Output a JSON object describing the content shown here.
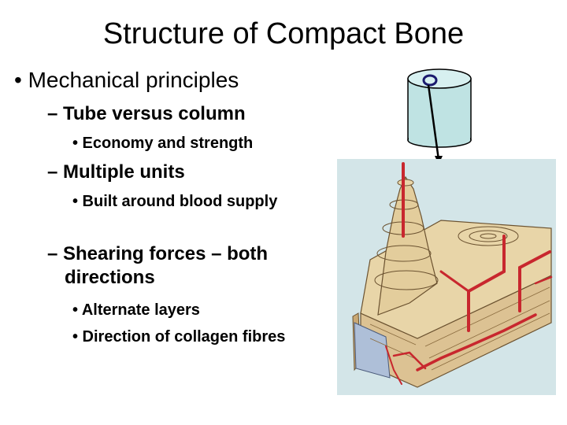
{
  "slide": {
    "title": "Structure of Compact Bone",
    "bullets": {
      "b1": "• Mechanical principles",
      "b1_1": "– Tube versus column",
      "b1_1_1": "• Economy and strength",
      "b1_2": "– Multiple units",
      "b1_2_1": "• Built around blood supply",
      "b1_3": "– Shearing forces – both directions",
      "b1_3_1": "• Alternate layers",
      "b1_3_2": "• Direction of collagen fibres"
    }
  },
  "colors": {
    "bone": "#e8d5a8",
    "bone_dark": "#c9a874",
    "vessel": "#c8272e",
    "cylinder": "#bfe3e3",
    "panel": "#d3e5e8"
  }
}
